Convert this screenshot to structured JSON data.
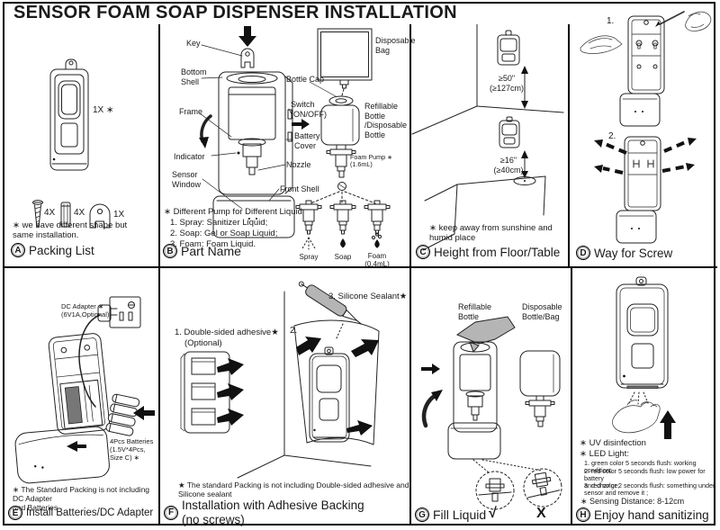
{
  "meta": {
    "ink": "#1a1a1a",
    "paper": "#ffffff"
  },
  "title": "SENSOR FOAM SOAP DISPENSER INSTALLATION",
  "panels": {
    "a": {
      "letter": "A",
      "title": "Packing List",
      "dispenser_qty": "1X ∗",
      "screw_qty": "4X",
      "anchor_qty": "4X",
      "bracket_qty": "1X",
      "note": "∗ we have different shape but\nsame installation."
    },
    "b": {
      "letter": "B",
      "title": "Part Name",
      "labels": {
        "key": "Key",
        "bottom_shell": "Bottom\nShell",
        "frame": "Frame",
        "indicator": "Indicator",
        "sensor_window": "Sensor\nWindow",
        "bottle_cap": "Bottle Cap",
        "switch": "Switch\n(ON/OFF)",
        "battery_cover": "Battery\nCover",
        "nozzle": "Nozzle",
        "front_shell": "Front Shell",
        "disposable_bag": "Disposable\nBag",
        "refillable_bottle": "Refillable\nBottle\n/Disposable\nBottle",
        "foam_pump": "Foam Pump ∗\n(1.6mL)"
      },
      "pump_note_title": "∗ Different Pump for Different Liquid",
      "pump_notes": [
        "1. Spray: Sanitizer Liquid;",
        "2. Soap: Gel or Soap Liquid;",
        "3. Foam: Foam Liquid."
      ],
      "pump_labels": [
        "Spray",
        "Soap",
        "Foam\n(0.4mL)"
      ]
    },
    "c": {
      "letter": "C",
      "title": "Height from Floor/Table",
      "height_wall": "≥50\"\n(≥127cm)",
      "height_table": "≥16\"\n(≥40cm)",
      "note": "∗ keep away from sunshine and\nhumid place"
    },
    "d": {
      "letter": "D",
      "title": "Way for Screw",
      "step1": "1.",
      "step2": "2."
    },
    "e": {
      "letter": "E",
      "title": "Install Batteries/DC Adapter",
      "dc_adapter": "DC Adapter ∗\n(6V1A,Optional)",
      "batteries": "4Pcs Batteries\n(1.5V*4Pcs,\nSize C) ∗",
      "note": "∗ The Standard Packing is not including DC Adapter\nand Batteries"
    },
    "f": {
      "letter": "F",
      "title": "Installation with Adhesive Backing\n(no screws)",
      "step1": "1. Double-sided adhesive★",
      "step1_sub": "(Optional)",
      "step2": "2.",
      "step3": "3. Silicone Sealant★",
      "note": "★ The standard Packing is not including Double-sided adhesive and\nSilicone sealant"
    },
    "g": {
      "letter": "G",
      "title": "Fill Liquid",
      "refillable": "Refillable\nBottle",
      "disposable": "Disposable\nBottle/Bag",
      "check": "√",
      "cross": "X"
    },
    "h": {
      "letter": "H",
      "title": "Enjoy hand sanitizing",
      "uv": "∗ UV disinfection",
      "led_title": "∗ LED Light:",
      "led_items": [
        "1. green color 5 seconds flush: working condition;",
        "2. red color 5 seconds flush: low power for battery\nand change;",
        "3. red color 2 seconds flush: something under\nsensor and remove it ;"
      ],
      "sensing": "∗ Sensing Distance: 8-12cm"
    }
  }
}
